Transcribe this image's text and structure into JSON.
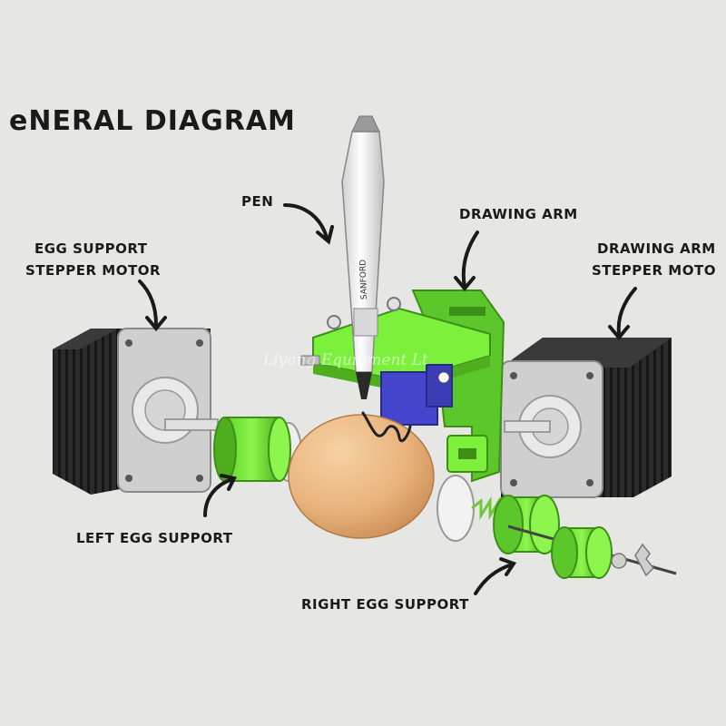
{
  "title": "eNERAL DIAGRAM",
  "labels": {
    "pen": "PEN",
    "drawing_arm": "DRAWING ARM",
    "egg_motor_line1": "EGG SUPPORT",
    "egg_motor_line2": "STEPPER MOTOR",
    "arm_motor_line1": "DRAWING ARM",
    "arm_motor_line2": "STEPPER MOTO",
    "left_support": "LEFT EGG SUPPORT",
    "right_support": "RIGHT EGG SUPPORT"
  },
  "watermark": "Liyang Equipment Lt",
  "pen_print": "SANFORD",
  "colors": {
    "background": "#e6e6e4",
    "green": "#7cf03a",
    "green_dark": "#4fae1e",
    "motor_black": "#222222",
    "egg": "#e9b27c",
    "servo_blue": "#4444cc",
    "text": "#1a1a1a"
  }
}
